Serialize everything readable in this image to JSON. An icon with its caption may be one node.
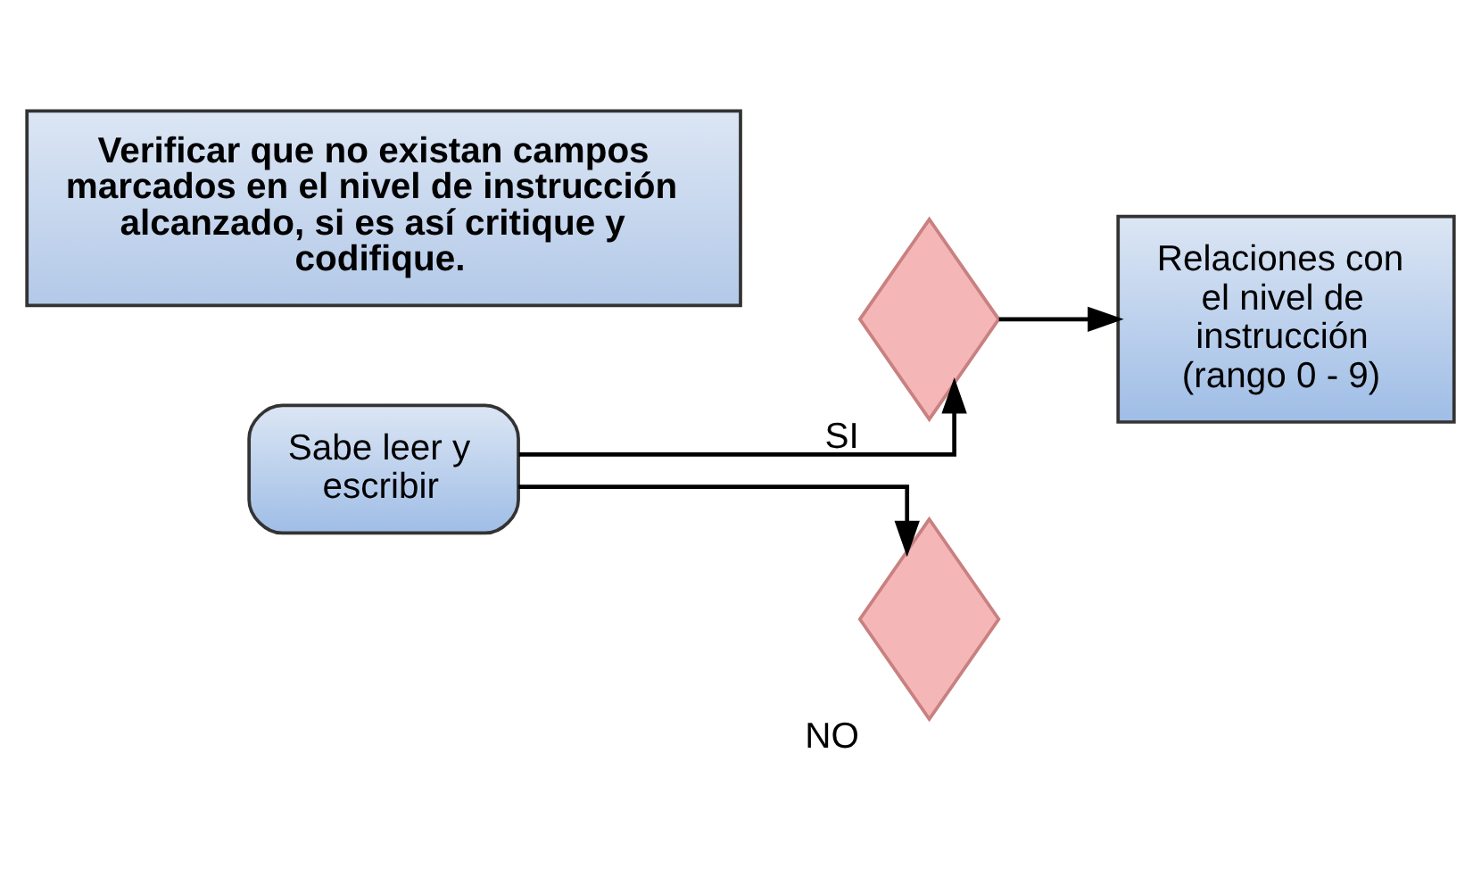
{
  "diagram": {
    "nodes": [
      {
        "text": [
          "Sabe leer y escribir"
        ]
      },
      {
        "text": [],
        "shape": "diamond",
        "beside": [
          "SI"
        ]
      },
      {
        "text": [
          "Relaciones con el nivel de instrucción (rango 0 - 9)"
        ]
      },
      {
        "text": [],
        "shape": "diamond",
        "beside": [
          "NO"
        ]
      },
      {
        "text": [
          "Verificar que no existan campos marcados en el nivel de instrucción alcanzado, si es así critique y codifique."
        ]
      }
    ],
    "edges": [
      {
        "from": 0,
        "to": 1,
        "arrow": "to"
      },
      {
        "from": 1,
        "to": 2,
        "arrow": "to"
      },
      {
        "from": 0,
        "to": 3,
        "arrow": "to"
      }
    ]
  }
}
